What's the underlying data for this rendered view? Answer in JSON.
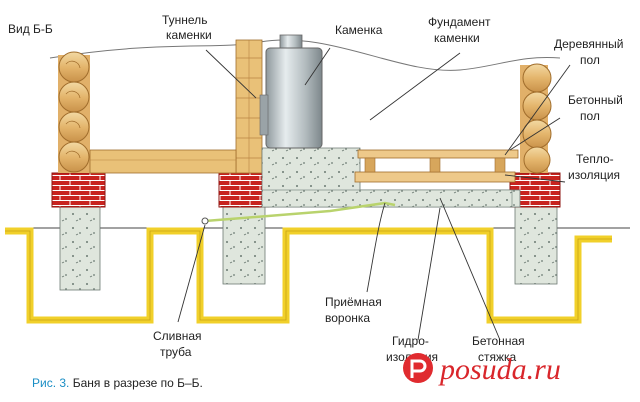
{
  "view_label": "Вид Б-Б",
  "labels": {
    "tunnel": [
      "Туннель",
      "каменки"
    ],
    "stove": [
      "Каменка"
    ],
    "stove_foundation": [
      "Фундамент",
      "каменки"
    ],
    "wooden_floor": [
      "Деревянный",
      "пол"
    ],
    "concrete_floor": [
      "Бетонный",
      "пол"
    ],
    "insulation": [
      "Тепло-",
      "изоляция"
    ],
    "drain_pipe": [
      "Сливная",
      "труба"
    ],
    "funnel": [
      "Приёмная",
      "воронка"
    ],
    "waterproofing": [
      "Гидро-",
      "изоляция"
    ],
    "screed": [
      "Бетонная",
      "стяжка"
    ]
  },
  "caption": {
    "number": "Рис. 3.",
    "text": " Баня в разрезе по Б–Б."
  },
  "watermark": "posuda.ru",
  "colors": {
    "brick": "#c8231f",
    "timber": "#e9c178",
    "concrete": "#dfe8df",
    "sand": "#f3d531",
    "stove_metal": "#b9c2c6",
    "line": "#333333"
  }
}
